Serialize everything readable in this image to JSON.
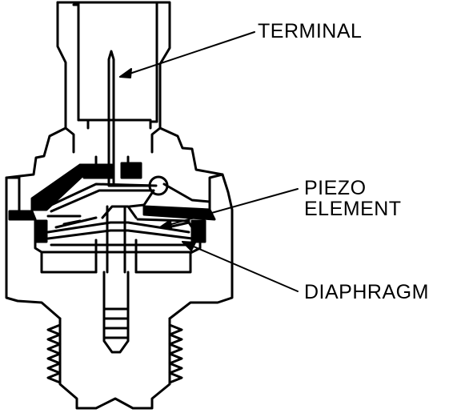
{
  "labels": {
    "terminal": "TERMINAL",
    "piezo_line1": "PIEZO",
    "piezo_line2": "ELEMENT",
    "diaphragm": "DIAPHRAGM"
  },
  "colors": {
    "ink": "#000000",
    "paper": "#ffffff"
  }
}
